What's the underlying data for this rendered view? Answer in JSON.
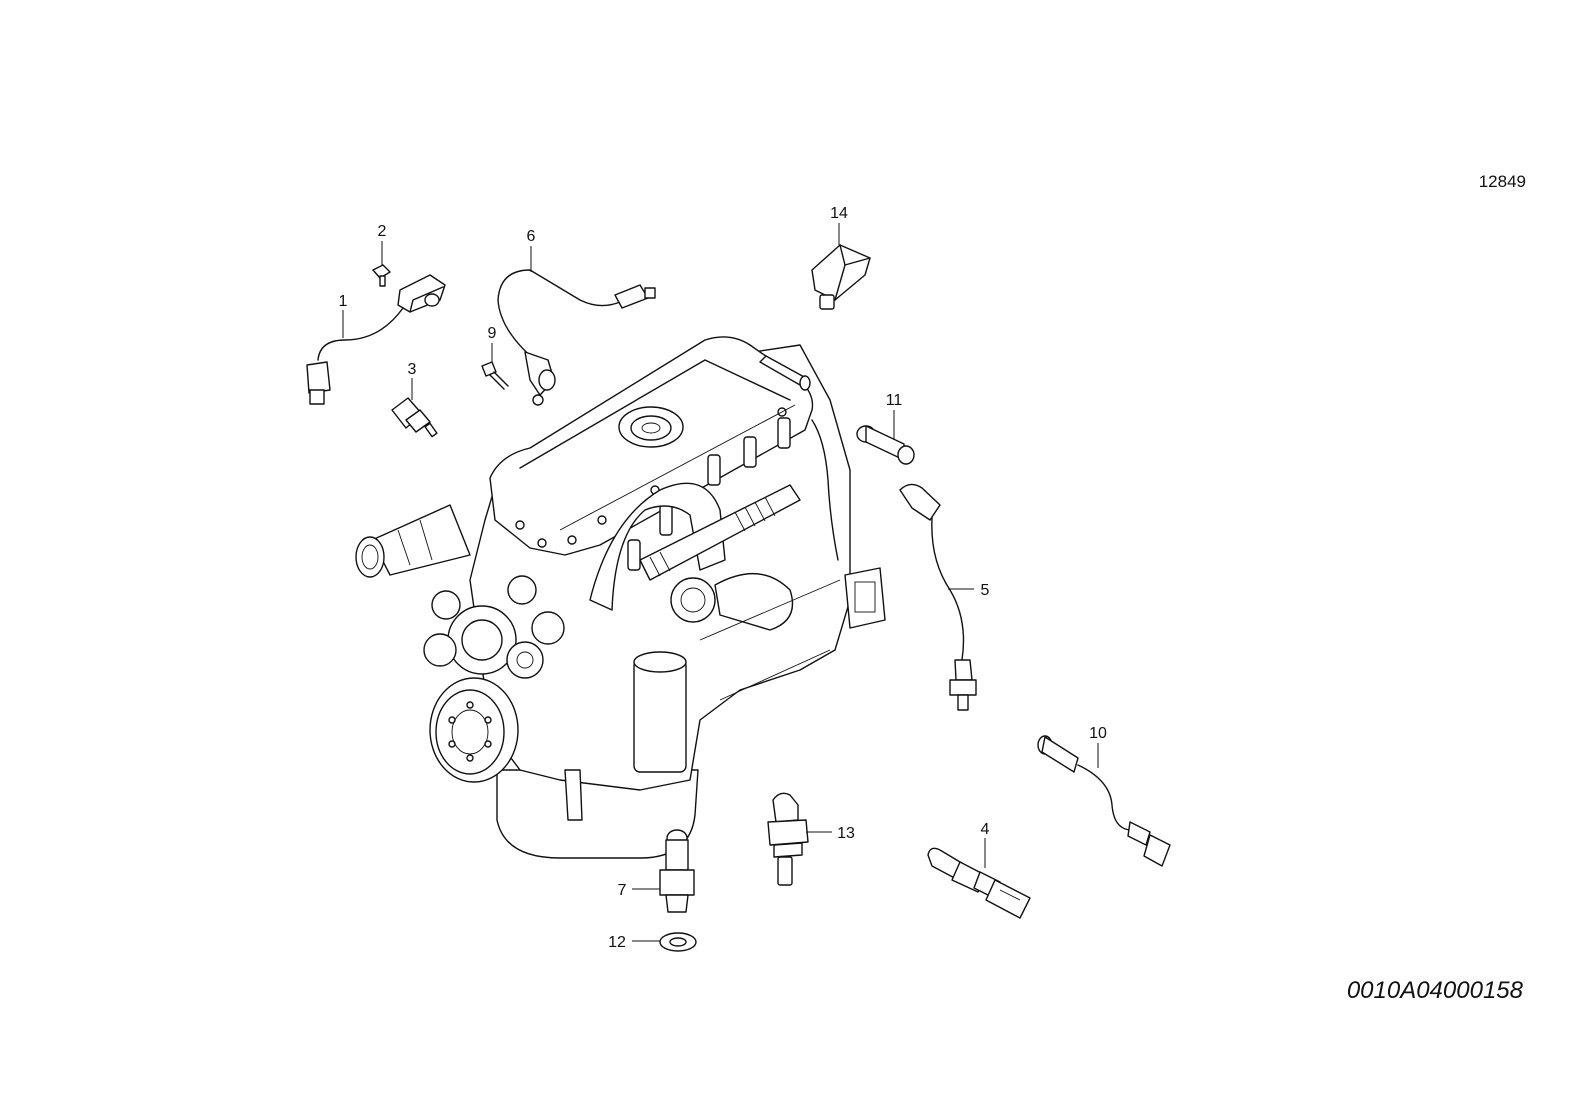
{
  "drawing_number": "12849",
  "reference_code": "0010A04000158",
  "parts": [
    {
      "label": "1",
      "icon": "speed-sensor-icon"
    },
    {
      "label": "2",
      "icon": "screw-icon"
    },
    {
      "label": "3",
      "icon": "temperature-sensor-icon"
    },
    {
      "label": "4",
      "icon": "temperature-sensor-icon"
    },
    {
      "label": "5",
      "icon": "cable-sensor-icon"
    },
    {
      "label": "6",
      "icon": "cable-sensor-icon"
    },
    {
      "label": "7",
      "icon": "pressure-sensor-icon"
    },
    {
      "label": "9",
      "icon": "bolt-icon"
    },
    {
      "label": "10",
      "icon": "cable-sensor-icon"
    },
    {
      "label": "11",
      "icon": "sender-icon"
    },
    {
      "label": "12",
      "icon": "washer-icon"
    },
    {
      "label": "13",
      "icon": "temperature-sensor-icon"
    },
    {
      "label": "14",
      "icon": "pressure-sensor-icon"
    }
  ]
}
